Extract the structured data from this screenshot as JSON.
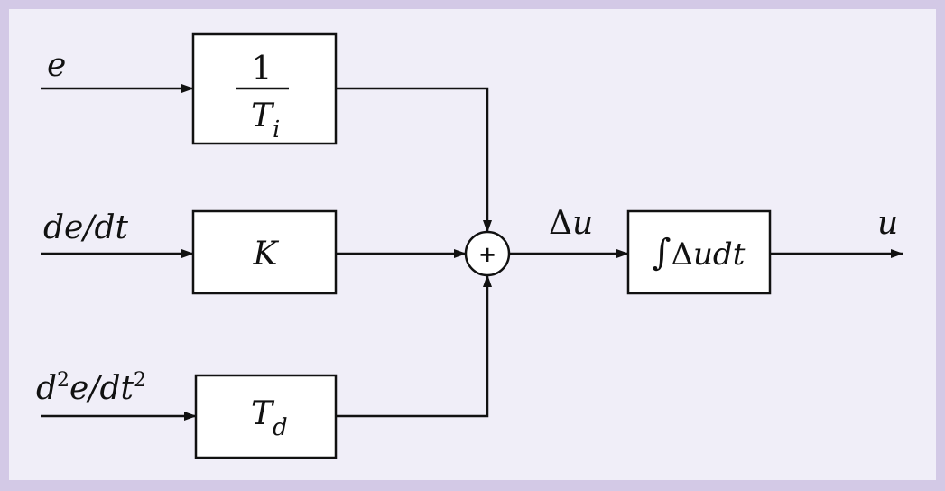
{
  "colors": {
    "frame_border": "#d3c9e6",
    "background": "#f0eef8",
    "stroke": "#111111",
    "block_fill": "#ffffff"
  },
  "inputs": {
    "e": "e",
    "de_dt": "de/dt",
    "d2e": {
      "d": "d",
      "sup1": "2",
      "mid": "e/dt",
      "sup2": "2"
    }
  },
  "blocks": {
    "integral_gain": {
      "numerator": "1",
      "denominator_base": "T",
      "denominator_sub": "i"
    },
    "proportional_gain": {
      "label": "K"
    },
    "derivative_gain": {
      "base": "T",
      "sub": "d"
    },
    "integrator": {
      "integral_sign": "∫",
      "delta": "Δ",
      "body": "udt"
    }
  },
  "summing_junction": {
    "symbol": "+"
  },
  "signals": {
    "delta_u": {
      "delta": "Δ",
      "var": "u"
    },
    "output": "u"
  }
}
